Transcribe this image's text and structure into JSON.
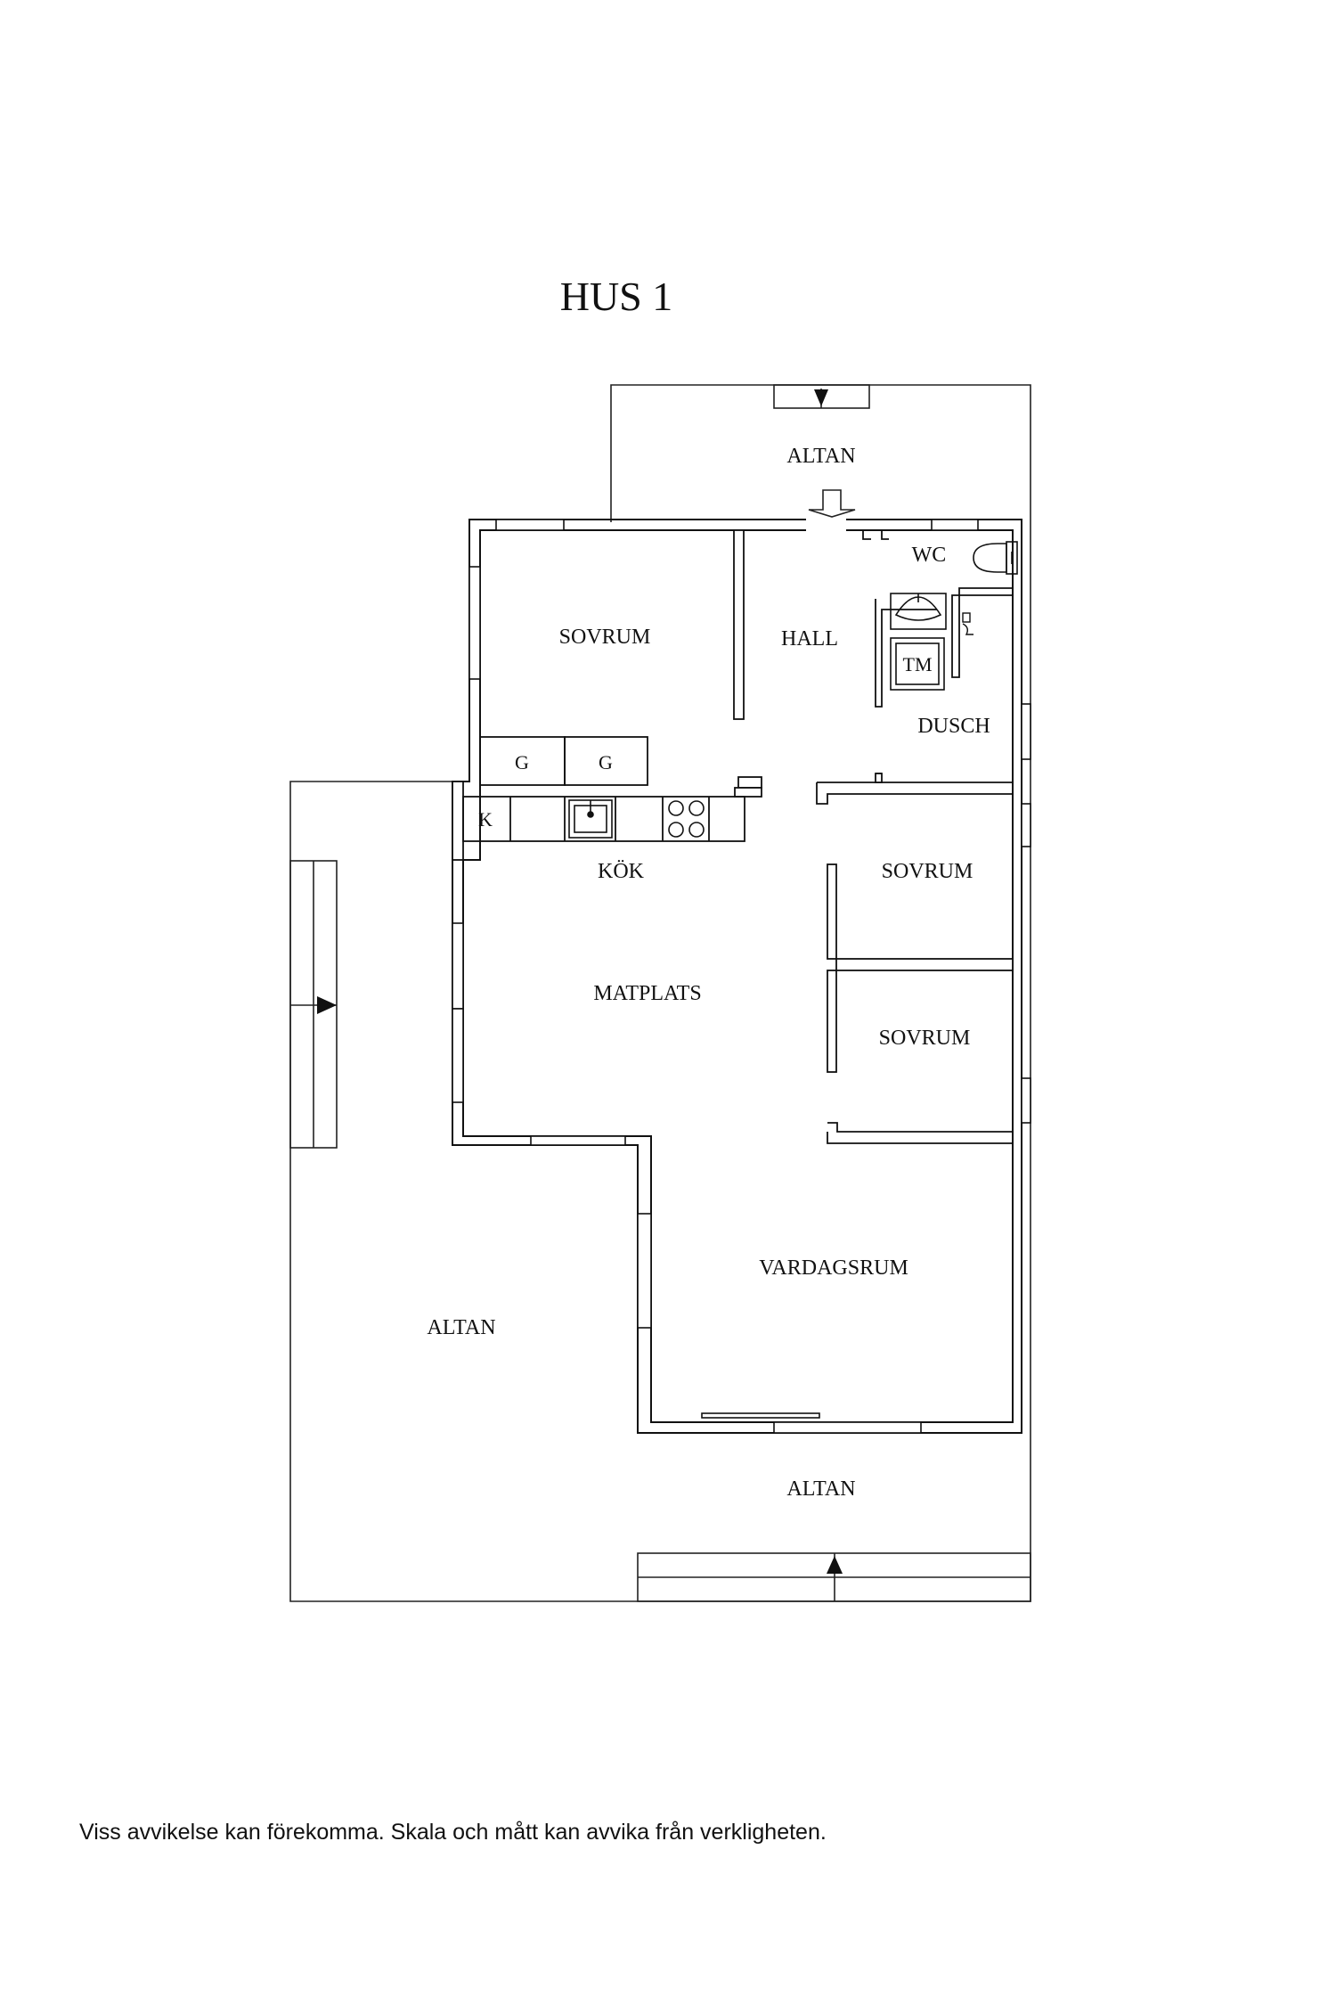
{
  "title": "HUS 1",
  "rooms": {
    "altan_top": "ALTAN",
    "altan_left": "ALTAN",
    "altan_bottom": "ALTAN",
    "sovrum_main": "SOVRUM",
    "hall": "HALL",
    "wc": "WC",
    "dusch": "DUSCH",
    "kok": "KÖK",
    "matplats": "MATPLATS",
    "sovrum_mid": "SOVRUM",
    "sovrum_lower": "SOVRUM",
    "vardagsrum": "VARDAGSRUM"
  },
  "fixtures": {
    "wardrobe_1": "G",
    "wardrobe_2": "G",
    "fridge": "K",
    "washer": "TM"
  },
  "disclaimer": "Viss avvikelse kan förekomma. Skala och mått kan avvika från verkligheten."
}
